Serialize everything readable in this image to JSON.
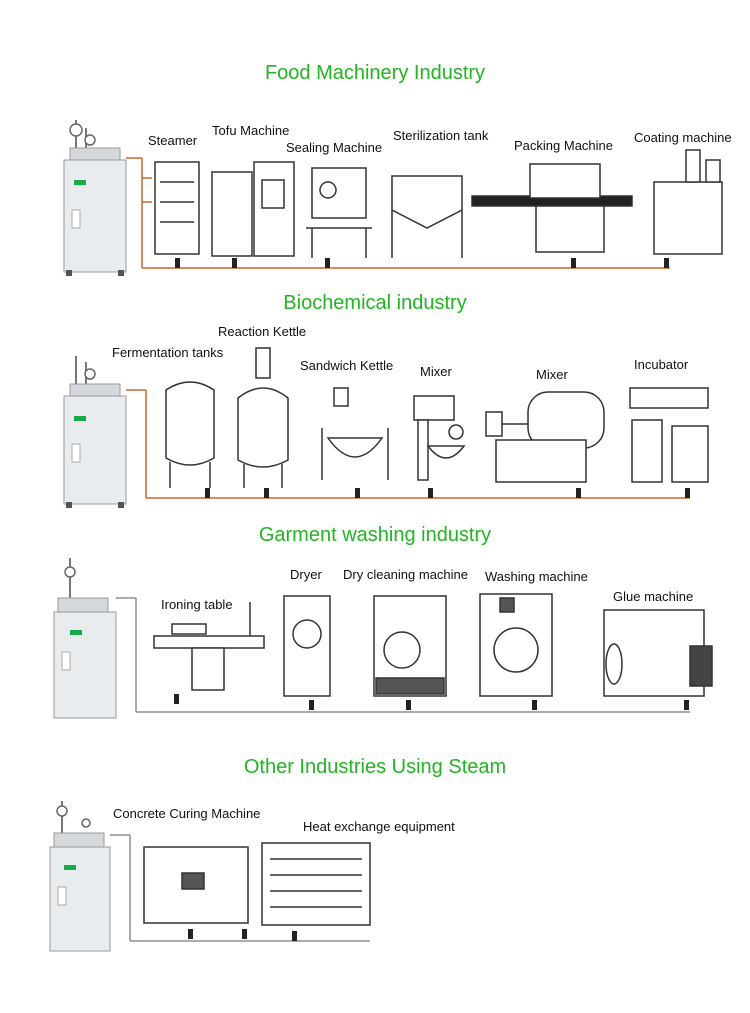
{
  "sections": [
    {
      "title": "Food Machinery Industry",
      "machines": [
        "Steamer",
        "Tofu Machine",
        "Sealing Machine",
        "Sterilization tank",
        "Packing Machine",
        "Coating machine"
      ]
    },
    {
      "title": "Biochemical industry",
      "machines": [
        "Fermentation tanks",
        "Reaction Kettle",
        "Sandwich Kettle",
        "Mixer",
        "Mixer",
        "Incubator"
      ]
    },
    {
      "title": "Garment washing industry",
      "machines": [
        "Ironing table",
        "Dryer",
        "Dry cleaning machine",
        "Washing machine",
        "Glue machine"
      ]
    },
    {
      "title": "Other Industries Using Steam",
      "machines": [
        "Concrete Curing Machine",
        "Heat exchange equipment"
      ]
    }
  ],
  "colors": {
    "title_green": "#22b422",
    "pipe_orange": "#c8692a",
    "pipe_gray": "#8a8f99",
    "generator_body": "#e8ecef",
    "generator_logo": "#19a84a"
  },
  "icons": [
    "steam-generator-icon",
    "pipe-icon",
    "valve-icon"
  ]
}
